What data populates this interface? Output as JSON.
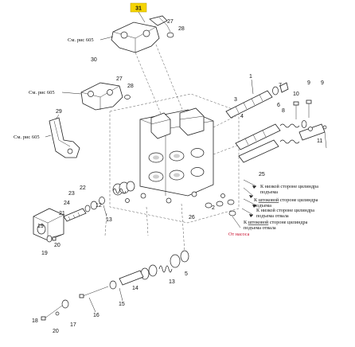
{
  "refs": {
    "see_fig_605": "См. рис 605"
  },
  "highlight": {
    "callout": "31",
    "color": "#f5d400"
  },
  "callouts": {
    "c27a": "27",
    "c28a": "28",
    "c30": "30",
    "c27b": "27",
    "c28b": "28",
    "c29": "29",
    "c1": "1",
    "c3": "3",
    "c4": "4",
    "c6": "6",
    "c7": "7",
    "c8": "8",
    "c9": "9",
    "c10": "10",
    "c11": "11",
    "c23": "23",
    "c22": "22",
    "c21": "21",
    "c24": "24",
    "c19": "19",
    "c20a": "20",
    "c12": "12",
    "c13a": "13",
    "c26": "26",
    "c25": "25",
    "c2": "2",
    "c5": "5",
    "c13b": "13",
    "c14": "14",
    "c15": "15",
    "c16": "16",
    "c17": "17",
    "c18": "18",
    "c20b": "20"
  },
  "notes": [
    {
      "text": "К низкой стороне цилиндра",
      "underline": ""
    },
    {
      "text": "подъема",
      "underline": ""
    },
    {
      "text": "К ",
      "underline": "штоковой",
      "rest": " стороне цилиндра"
    },
    {
      "text": "подъема",
      "underline": ""
    },
    {
      "text": "К низкой стороне цилиндра",
      "underline": ""
    },
    {
      "text": "подъема отвала",
      "underline": ""
    },
    {
      "text": "К ",
      "underline": "штоковой",
      "rest": " стороне цилиндра"
    },
    {
      "text": "подъема отвала",
      "underline": ""
    }
  ],
  "from_pump": "От насоса",
  "colors": {
    "ink": "#222222",
    "highlight_red": "#c8102e"
  }
}
